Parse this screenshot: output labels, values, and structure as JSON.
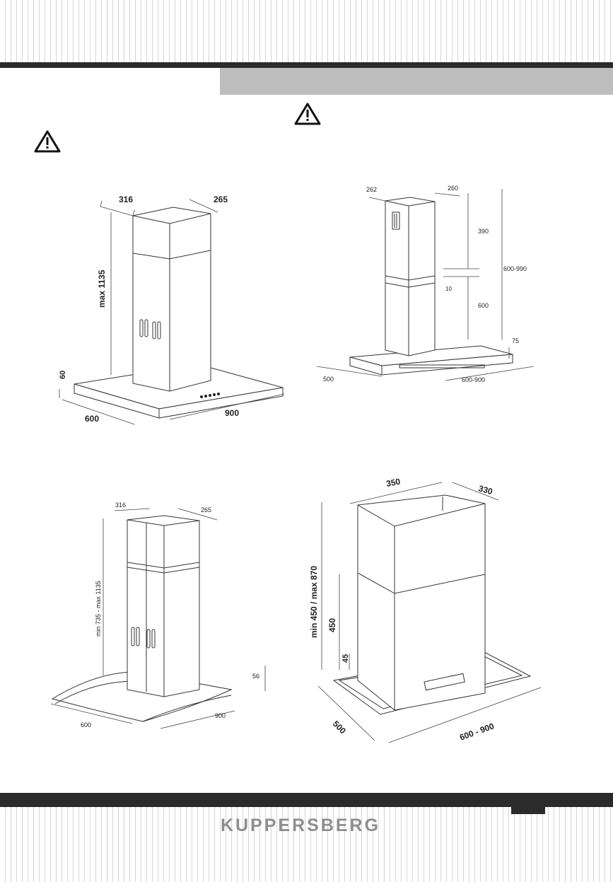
{
  "brand": {
    "logo_text": "KUPPERSBERG"
  },
  "figures": {
    "fig1": {
      "width_label": "316",
      "depth_label": "265",
      "height_label": "max 1135",
      "thickness_label": "60",
      "front_label": "600",
      "side_label": "900"
    },
    "fig2": {
      "chimney_w_label": "262",
      "chimney_d_label": "260",
      "upper_label": "390",
      "gap_label": "10",
      "lower_label": "600",
      "total_label": "600-990",
      "thickness_label": "75",
      "depth_label": "500",
      "width_label": "600-900"
    },
    "fig3": {
      "width_label": "316",
      "depth_label": "265",
      "height_label": "min 735 - max 1135",
      "thickness_label": "56",
      "front_label": "600",
      "side_label": "900"
    },
    "fig4": {
      "width_label": "350",
      "depth_label": "330",
      "height_label": "min 450 / max 870",
      "lower_label": "450",
      "thickness_label": "45",
      "front_label": "500",
      "side_label": "600 - 900"
    }
  },
  "icons": {
    "warning": "warning-triangle-icon"
  }
}
